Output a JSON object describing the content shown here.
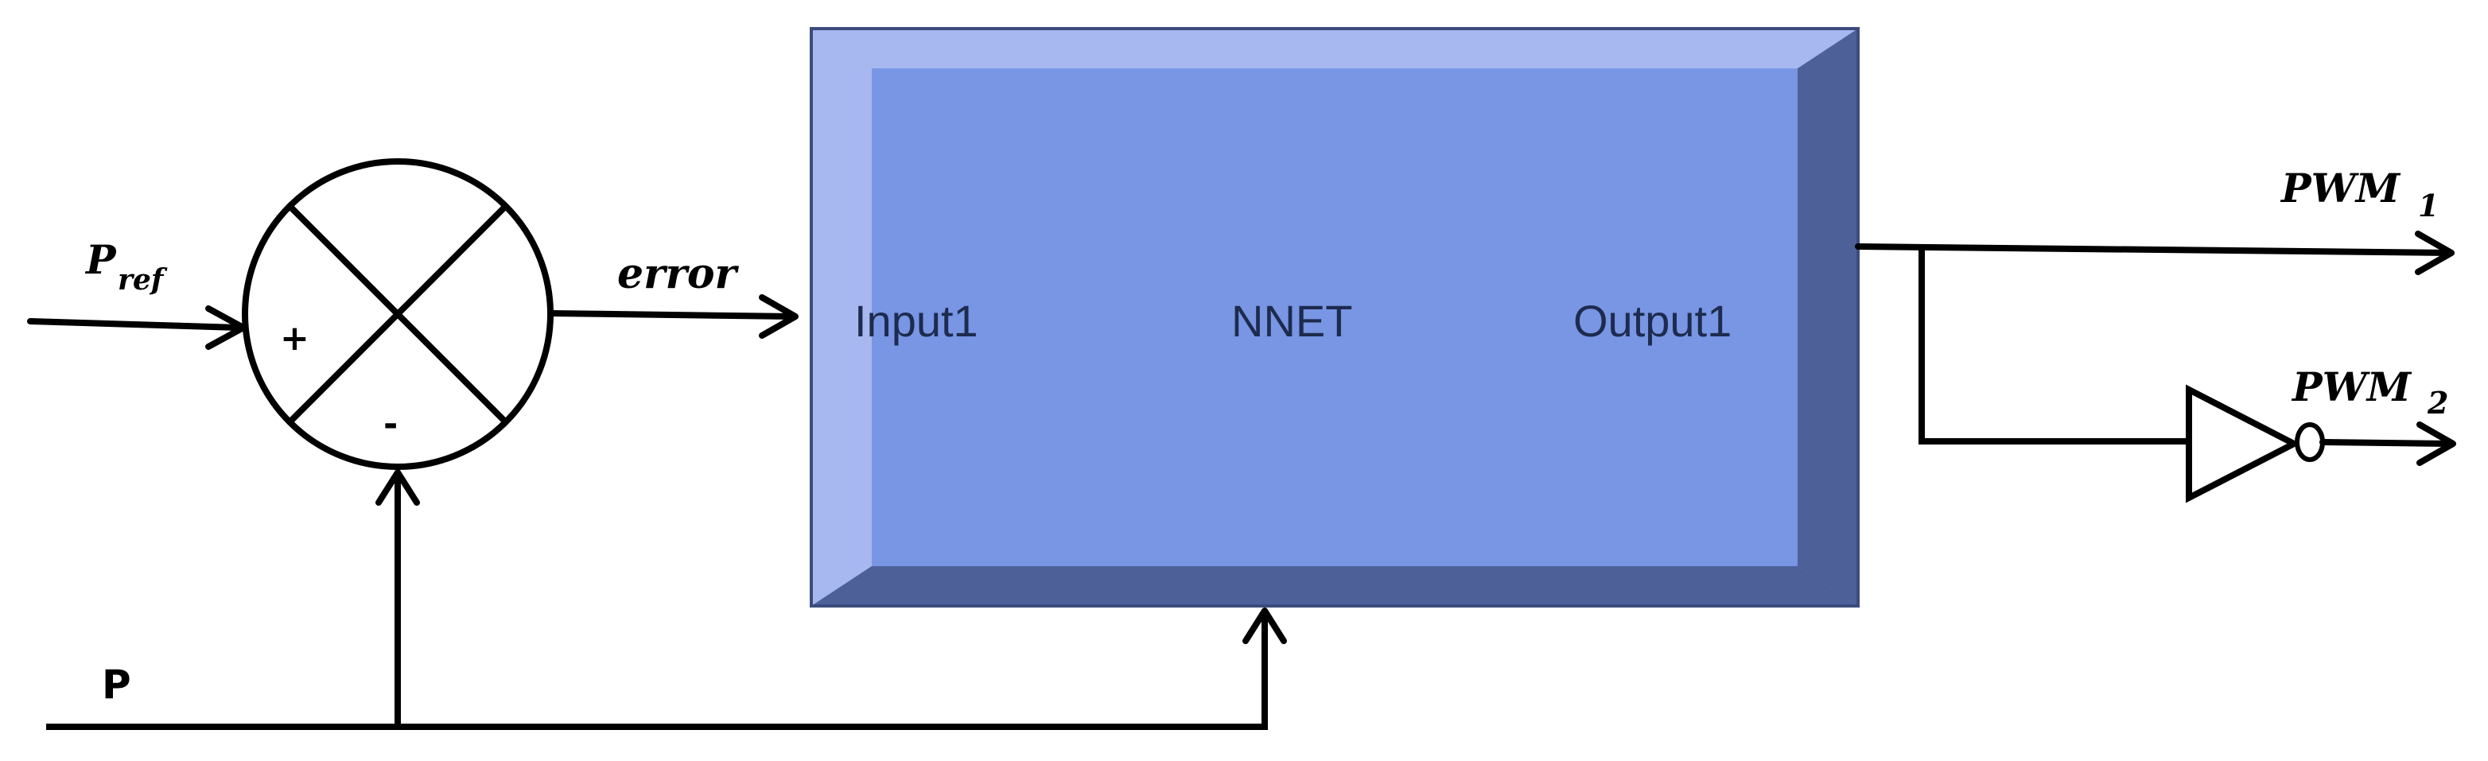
{
  "signals": {
    "pref_base": "P",
    "pref_sub": "ref",
    "error": "error",
    "p": "P",
    "pwm1_base": "PWM",
    "pwm1_sub": "1",
    "pwm2_base": "PWM",
    "pwm2_sub": "2"
  },
  "summing_junction": {
    "plus_sign": "+",
    "minus_sign": "-"
  },
  "nnet_block": {
    "input_label": "Input1",
    "name": "NNET",
    "output_label": "Output1",
    "colors": {
      "face": "#7896e4",
      "top_bevel": "#a6b8ef",
      "left_bevel": "#a6b8ef",
      "right_bevel": "#4d6098",
      "bottom_bevel": "#4d6098",
      "text": "#1e2b4e"
    }
  },
  "line_color": "#000000"
}
